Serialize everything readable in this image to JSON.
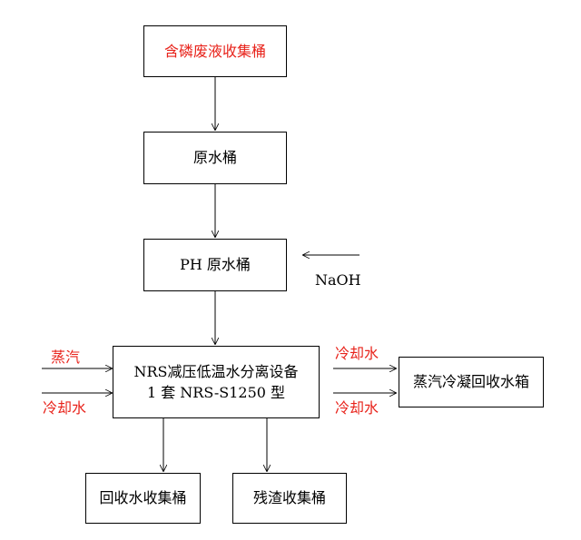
{
  "nodes": {
    "phosphorus_bucket": "含磷废液收集桶",
    "raw_bucket": "原水桶",
    "ph_bucket": "PH 原水桶",
    "separator_line1": "NRS减压低温水分离设备",
    "separator_line2": "1 套 NRS-S1250 型",
    "condensate_tank": "蒸汽冷凝回收水箱",
    "recovered_bucket": "回收水收集桶",
    "residue_bucket": "残渣收集桶"
  },
  "inputs": {
    "naoh": "NaOH",
    "steam": "蒸汽",
    "cooling_in": "冷却水",
    "cooling_out_top": "冷却水",
    "cooling_out_bottom": "冷却水"
  },
  "colors": {
    "accent_red": "#e8231b",
    "line": "#000000"
  }
}
